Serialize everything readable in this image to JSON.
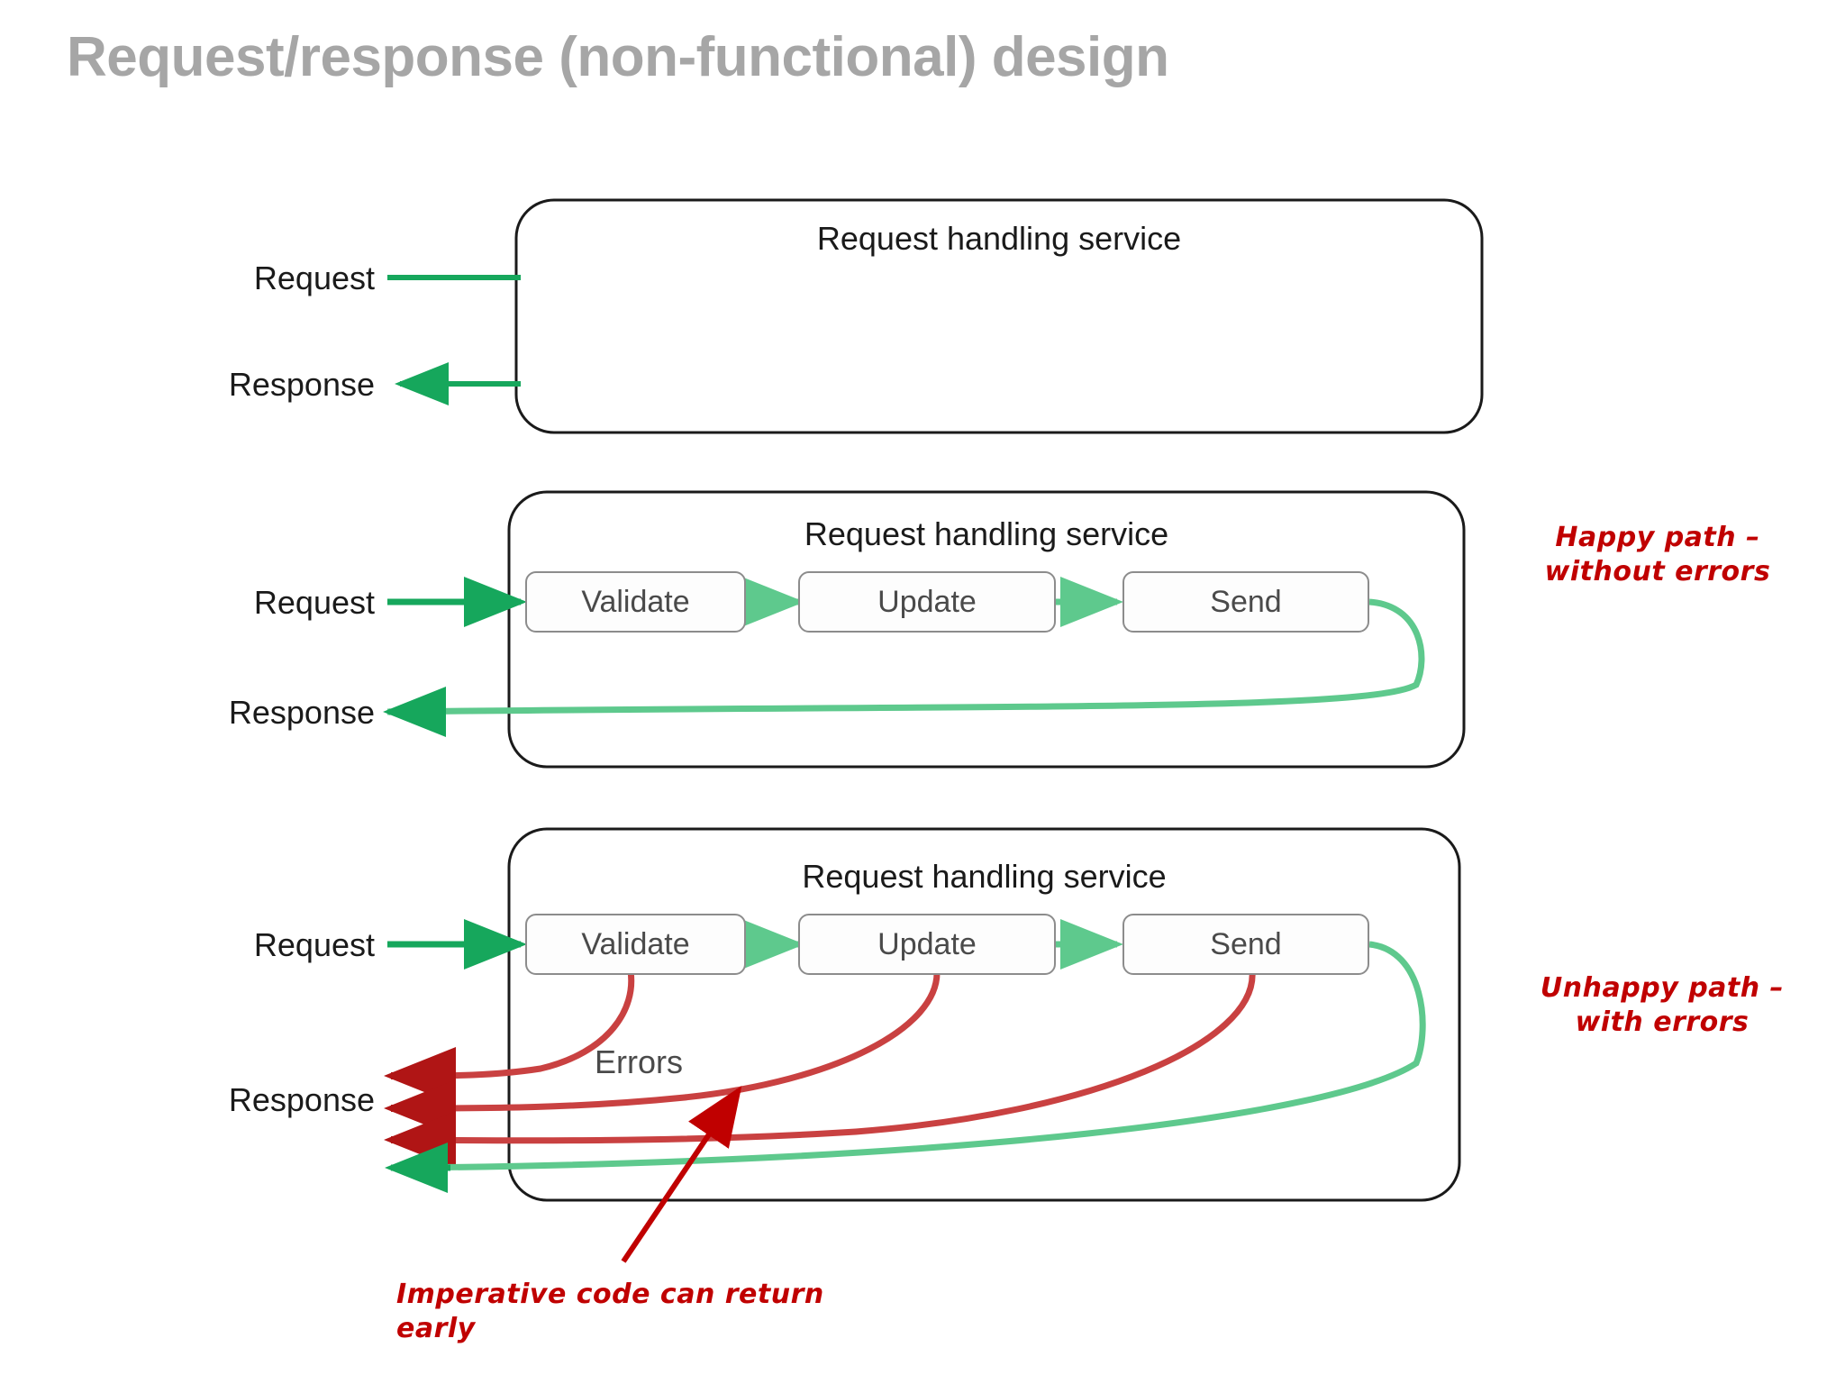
{
  "slide": {
    "title": "Request/response (non-functional) design",
    "title_color": "#a6a6a6",
    "background": "#ffffff"
  },
  "colors": {
    "green_strong": "#16a75c",
    "green_light": "#5ec98d",
    "red_dark": "#b01515",
    "red_light": "#c94141",
    "note_red": "#c00000",
    "panel_border": "#1a1a1a",
    "box_border": "#8c8c8c",
    "box_text": "#4a4a4a",
    "label_text": "#1a1a1a"
  },
  "panels": [
    {
      "id": "panel-plain",
      "title": "Request handling service",
      "request_label": "Request",
      "response_label": "Response",
      "stages": []
    },
    {
      "id": "panel-happy",
      "title": "Request handling service",
      "request_label": "Request",
      "response_label": "Response",
      "stages": [
        "Validate",
        "Update",
        "Send"
      ]
    },
    {
      "id": "panel-unhappy",
      "title": "Request handling service",
      "request_label": "Request",
      "response_label": "Response",
      "errors_label": "Errors",
      "stages": [
        "Validate",
        "Update",
        "Send"
      ]
    }
  ],
  "notes": {
    "happy": "Happy path –\nwithout errors",
    "unhappy": "Unhappy path –\nwith errors",
    "early_return": "Imperative code can return early"
  }
}
